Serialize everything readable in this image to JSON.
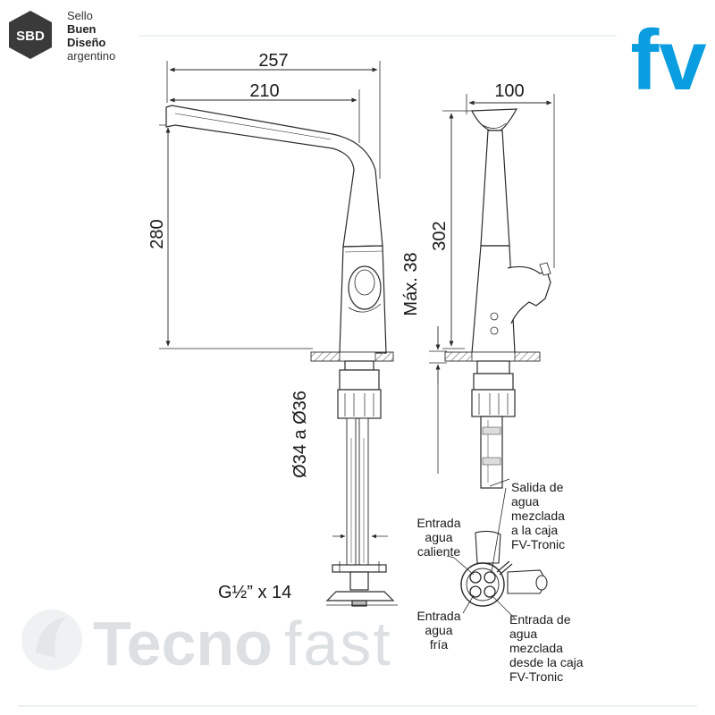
{
  "logo_sbd": {
    "badge": "SBD",
    "line1": "Sello",
    "line2": "Buen",
    "line3": "Diseño",
    "line4": "argentino"
  },
  "logo_brand": "fv",
  "dimensions": {
    "total_length": "257",
    "spout_length": "210",
    "height": "280",
    "depth": "100",
    "side_height": "302",
    "max_thickness": "Máx. 38",
    "hole_diameter": "Ø34 a Ø36",
    "thread": "G½” x 14"
  },
  "labels": {
    "outlet": [
      "Salida de",
      "agua",
      "mezclada",
      "a la caja",
      "FV-Tronic"
    ],
    "hot_inlet": [
      "Entrada",
      "agua",
      "caliente"
    ],
    "cold_inlet": [
      "Entrada",
      "agua",
      "fría"
    ],
    "mixed_inlet": [
      "Entrada de",
      "agua",
      "mezclada",
      "desde la caja",
      "FV-Tronic"
    ]
  },
  "watermark": {
    "bold": "Tecno",
    "light": "fast"
  },
  "colors": {
    "brand_blue": "#0a9ee0",
    "line": "#2a2a2a",
    "hatch": "#9a9a9a"
  }
}
